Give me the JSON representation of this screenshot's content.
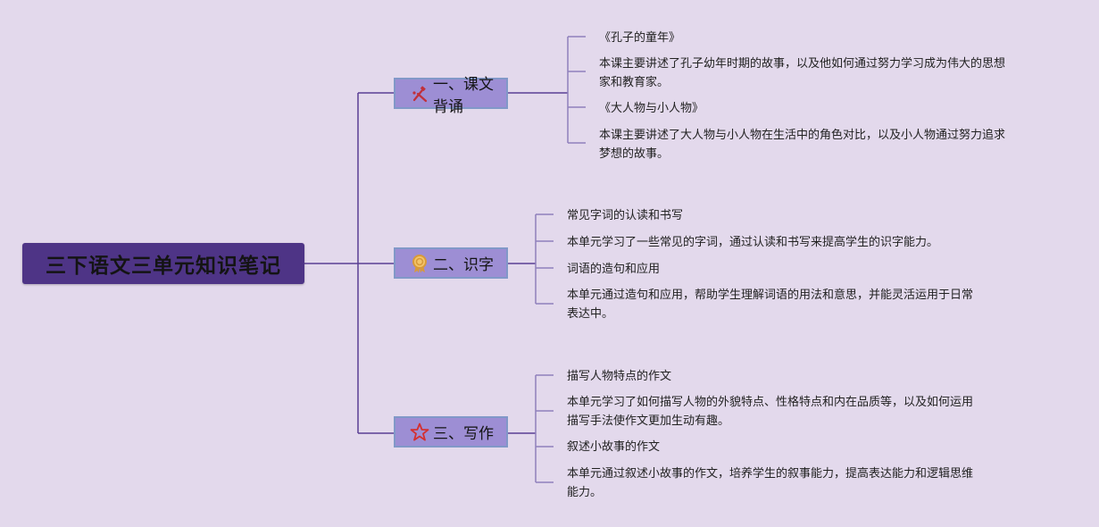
{
  "root": {
    "title": "三下语文三单元知识笔记"
  },
  "branches": [
    {
      "label": "一、课文背诵",
      "icon": "tools-icon",
      "items": [
        {
          "lines": [
            "《孔子的童年》"
          ]
        },
        {
          "lines": [
            "本课主要讲述了孔子幼年时期的故事，以及他如何通过努力学习成为伟大的思想",
            "家和教育家。"
          ]
        },
        {
          "lines": [
            "《大人物与小人物》"
          ]
        },
        {
          "lines": [
            "本课主要讲述了大人物与小人物在生活中的角色对比，以及小人物通过努力追求",
            "梦想的故事。"
          ]
        }
      ]
    },
    {
      "label": "二、识字",
      "icon": "award-badge-icon",
      "items": [
        {
          "lines": [
            "常见字词的认读和书写"
          ]
        },
        {
          "lines": [
            "本单元学习了一些常见的字词，通过认读和书写来提高学生的识字能力。"
          ]
        },
        {
          "lines": [
            "词语的造句和应用"
          ]
        },
        {
          "lines": [
            "本单元通过造句和应用，帮助学生理解词语的用法和意思，并能灵活运用于日常",
            "表达中。"
          ]
        }
      ]
    },
    {
      "label": "三、写作",
      "icon": "star-icon",
      "items": [
        {
          "lines": [
            "描写人物特点的作文"
          ]
        },
        {
          "lines": [
            "本单元学习了如何描写人物的外貌特点、性格特点和内在品质等，以及如何运用",
            "描写手法使作文更加生动有趣。"
          ]
        },
        {
          "lines": [
            "叙述小故事的作文"
          ]
        },
        {
          "lines": [
            "本单元通过叙述小故事的作文，培养学生的叙事能力，提高表达能力和逻辑思维",
            "能力。"
          ]
        }
      ]
    }
  ],
  "colors": {
    "background": "#e3d9ec",
    "root_fill": "#4e3486",
    "branch_fill": "#9d8ed4",
    "branch_border": "#8198c8",
    "line_main": "#5a3f93",
    "line_sub": "#8f80bb",
    "icon_tools": "#c0303a",
    "icon_award": "#d89a3a",
    "icon_star": "#d42f2f"
  }
}
